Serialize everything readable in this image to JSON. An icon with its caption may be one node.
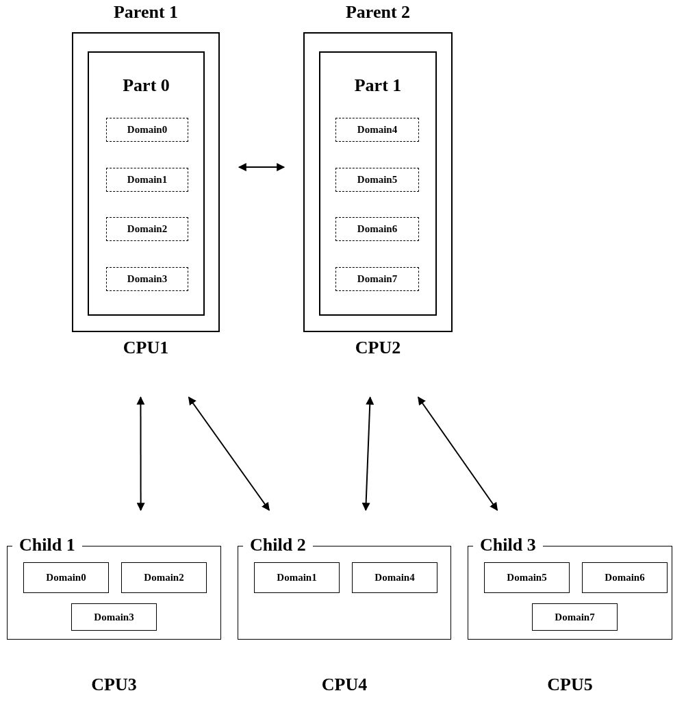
{
  "diagram": {
    "nodes": [
      {
        "text": [
          "Parent 1"
        ],
        "beside": [
          "CPU1"
        ]
      },
      {
        "text": [
          "Part 0"
        ],
        "in": 0
      },
      {
        "text": [
          "Domain0"
        ],
        "in": 1
      },
      {
        "text": [
          "Domain1"
        ],
        "in": 1
      },
      {
        "text": [
          "Domain2"
        ],
        "in": 1
      },
      {
        "text": [
          "Domain3"
        ],
        "in": 1
      },
      {
        "text": [
          "Parent 2"
        ],
        "beside": [
          "CPU2"
        ]
      },
      {
        "text": [
          "Part 1"
        ],
        "in": 6
      },
      {
        "text": [
          "Domain4"
        ],
        "in": 7
      },
      {
        "text": [
          "Domain5"
        ],
        "in": 7
      },
      {
        "text": [
          "Domain6"
        ],
        "in": 7
      },
      {
        "text": [
          "Domain7"
        ],
        "in": 7
      },
      {
        "text": [
          "Child 1"
        ],
        "beside": [
          "CPU3"
        ]
      },
      {
        "text": [
          "Domain0"
        ],
        "in": 12
      },
      {
        "text": [
          "Domain2"
        ],
        "in": 12
      },
      {
        "text": [
          "Domain3"
        ],
        "in": 12
      },
      {
        "text": [
          "Child 2"
        ],
        "beside": [
          "CPU4"
        ]
      },
      {
        "text": [
          "Domain1"
        ],
        "in": 16
      },
      {
        "text": [
          "Domain4"
        ],
        "in": 16
      },
      {
        "text": [
          "Child 3"
        ],
        "beside": [
          "CPU5"
        ]
      },
      {
        "text": [
          "Domain5"
        ],
        "in": 19
      },
      {
        "text": [
          "Domain6"
        ],
        "in": 19
      },
      {
        "text": [
          "Domain7"
        ],
        "in": 19
      }
    ],
    "edges": [
      {
        "from": 0,
        "to": 6,
        "arrow": "both"
      },
      {
        "from": 0,
        "to": 12,
        "arrow": "both"
      },
      {
        "from": 0,
        "to": 16,
        "arrow": "both"
      },
      {
        "from": 6,
        "to": 16,
        "arrow": "both"
      },
      {
        "from": 6,
        "to": 19,
        "arrow": "both"
      }
    ]
  }
}
